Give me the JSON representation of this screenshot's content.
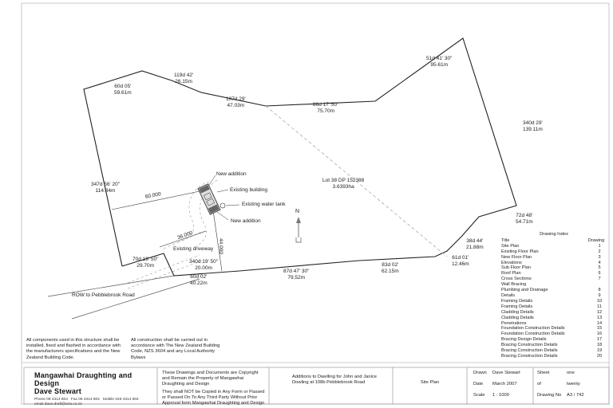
{
  "drawing": {
    "lot": {
      "name": "Lot 38 DP 152388",
      "area": "3.6393ha"
    },
    "boundary_labels": [
      {
        "bearing": "60d 05'",
        "distance": "59.61m"
      },
      {
        "bearing": "119d 42'",
        "distance": "26.15m"
      },
      {
        "bearing": "107d 29'",
        "distance": "47.03m"
      },
      {
        "bearing": "86d 17' 50\"",
        "distance": "75.70m"
      },
      {
        "bearing": "51d 41' 30\"",
        "distance": "95.61m"
      },
      {
        "bearing": "340d 29'",
        "distance": "139.11m"
      },
      {
        "bearing": "72d 48'",
        "distance": "54.71m"
      },
      {
        "bearing": "38d 44'",
        "distance": "21.88m"
      },
      {
        "bearing": "61d 01'",
        "distance": "12.46m"
      },
      {
        "bearing": "83d 02'",
        "distance": "62.15m"
      },
      {
        "bearing": "87d 47' 30\"",
        "distance": "79.52m"
      },
      {
        "bearing": "60d 02'",
        "distance": "40.22m"
      },
      {
        "bearing": "340d 19' 50\"",
        "distance": "20.00m"
      },
      {
        "bearing": "70d 19' 50\"",
        "distance": "29.70m"
      },
      {
        "bearing": "347d 56' 20\"",
        "distance": "114.84m"
      }
    ],
    "dimensions": {
      "d1": "60.000",
      "d2": "36.000",
      "d3": "44.000"
    },
    "callouts": {
      "new_addition_top": "New addition",
      "existing_building": "Existing building",
      "existing_water_tank": "Existing water tank",
      "new_addition_bottom": "New addition",
      "existing_driveway": "Existing driveway"
    },
    "road": "ROW to Pebblebrook Road",
    "north": "N"
  },
  "notes": {
    "left": "All components used in this structure shall be installed, fixed and flashed in accordance with the manufacturers specifications and the New Zealand Building Code.",
    "right": "All construction shall be carried out in accordance with The New Zealand Building Code, NZS 3604 and any Local Authority Bylaws"
  },
  "drawing_index": {
    "title": "Drawing Index",
    "col_title": "Title",
    "col_drawing": "Drawing",
    "rows": [
      {
        "title": "Site Plan",
        "no": "1"
      },
      {
        "title": "Existing Floor Plan",
        "no": "2"
      },
      {
        "title": "New Floor Plan",
        "no": "3"
      },
      {
        "title": "Elevations",
        "no": "4"
      },
      {
        "title": "Sub Floor Plan",
        "no": "5"
      },
      {
        "title": "Roof Plan",
        "no": "6"
      },
      {
        "title": "Cross Sections",
        "no": "7"
      },
      {
        "title": "Wall Bracing",
        "no": ""
      },
      {
        "title": "Plumbing and Drainage",
        "no": "8"
      },
      {
        "title": "Details",
        "no": "9"
      },
      {
        "title": "Framing Details",
        "no": "10"
      },
      {
        "title": "Framing Details",
        "no": "11"
      },
      {
        "title": "Cladding Details",
        "no": "12"
      },
      {
        "title": "Cladding Details",
        "no": "13"
      },
      {
        "title": "Penetrations",
        "no": "14"
      },
      {
        "title": "Foundation Construction Details",
        "no": "15"
      },
      {
        "title": "Foundation Construction Details",
        "no": "16"
      },
      {
        "title": "Bracing Design Details",
        "no": "17"
      },
      {
        "title": "Bracing Construction Details",
        "no": "18"
      },
      {
        "title": "Bracing Construction Details",
        "no": "19"
      },
      {
        "title": "Bracing Construction Details",
        "no": "20"
      }
    ]
  },
  "title_block": {
    "firm": "Mangawhai Draughting and Design",
    "person": "Dave Stewart",
    "phone": "Phone 09 4314 804",
    "fax": "Fax 09 4314 802",
    "mobile": "Mobile 029 4314 804",
    "email": "email dave.draft@xtra.co.nz",
    "copyright_1": "These Drawings and Documents are Copyright and Remain the Property of Mangawhai Draughting and Design",
    "copyright_2": "They shall NOT be Copied in Any Form or Passed or Passed On To Any Third Party Without Prior Approval form Mangawhai Draughting and Design",
    "project": "Additions to Dwelling for John and Janice Dowling at 108b Pebblebrook Road",
    "sheet_title": "Site Plan",
    "drawn_label": "Drawn",
    "drawn_value": "Dave Stewart",
    "date_label": "Date",
    "date_value": "March 2007",
    "scale_label": "Scale",
    "scale_value": "1 : 1000",
    "sheet_label": "Sheet",
    "sheet_value": "one",
    "of_label": "of",
    "of_value": "twenty",
    "drawing_no_label": "Drawing No",
    "drawing_no_value": "A3 / 742"
  }
}
